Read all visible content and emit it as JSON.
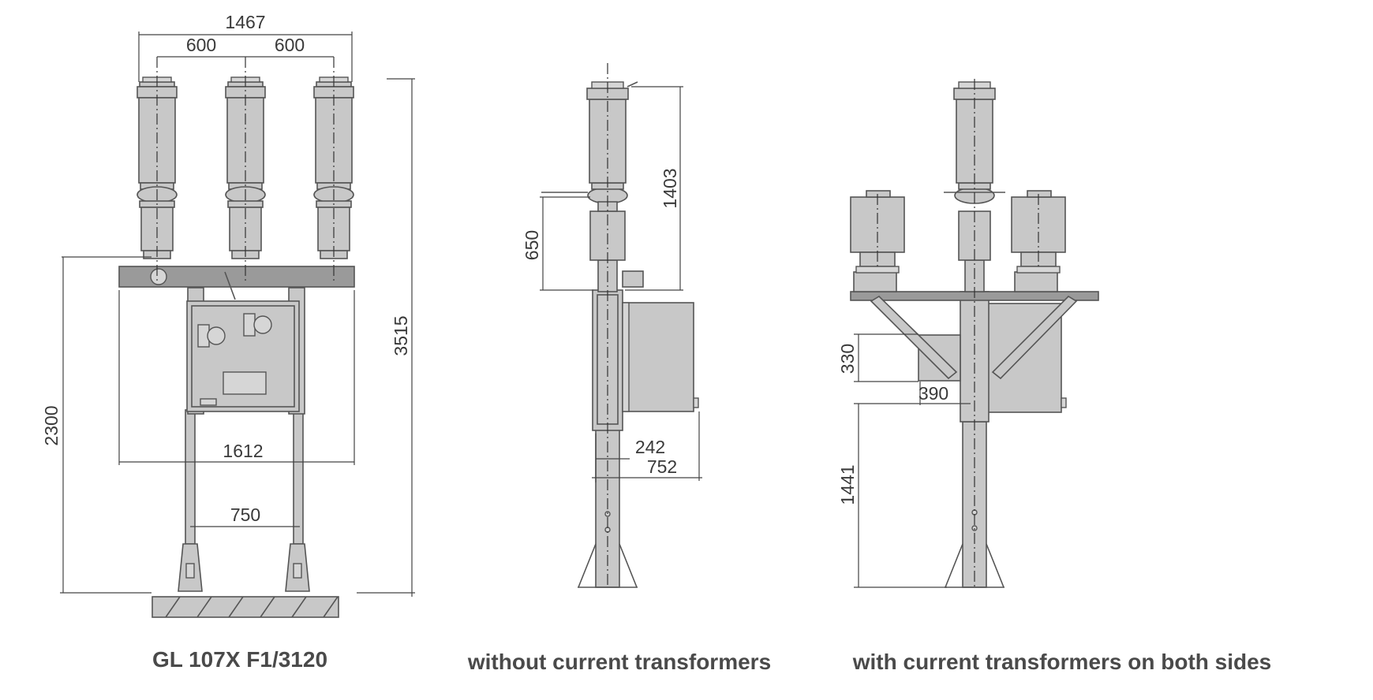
{
  "dimensions": {
    "width_total": "1467",
    "pole_spacing_left": "600",
    "pole_spacing_right": "600",
    "height_total": "3515",
    "height_to_frame": "2300",
    "frame_width": "1612",
    "leg_spacing": "750",
    "single_pole_height": "1403",
    "lower_section": "650",
    "cabinet_offset": "242",
    "cabinet_depth": "752",
    "bracket_height": "330",
    "bracket_offset": "390",
    "ct_base_height": "1441"
  },
  "captions": {
    "model": "GL 107X F1/3120",
    "without_ct": "without current transformers",
    "with_ct": "with current transformers on both sides"
  }
}
